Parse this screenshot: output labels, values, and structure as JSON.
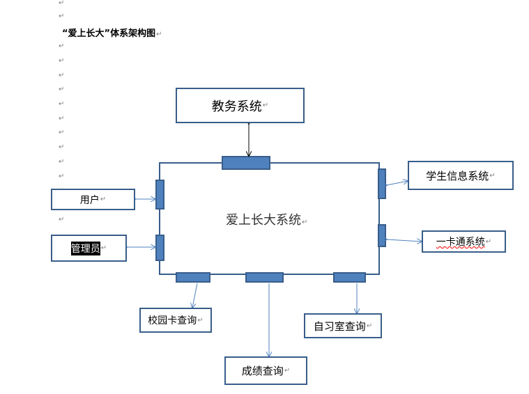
{
  "document_title": "“爱上长大”体系架构图",
  "paragraph_mark": "↵",
  "diagram": {
    "center": "爱上长大系统",
    "top": "教务系统",
    "left": [
      "用户",
      "管理员"
    ],
    "right": [
      "学生信息系统",
      "一卡通系统"
    ],
    "bottom": [
      "校园卡查询",
      "成绩查询",
      "自习室查询"
    ]
  },
  "colors": {
    "box_border": "#385d8a",
    "port_fill": "#4f81bd",
    "arrow": "#4f81bd",
    "top_arrow": "#000000"
  }
}
